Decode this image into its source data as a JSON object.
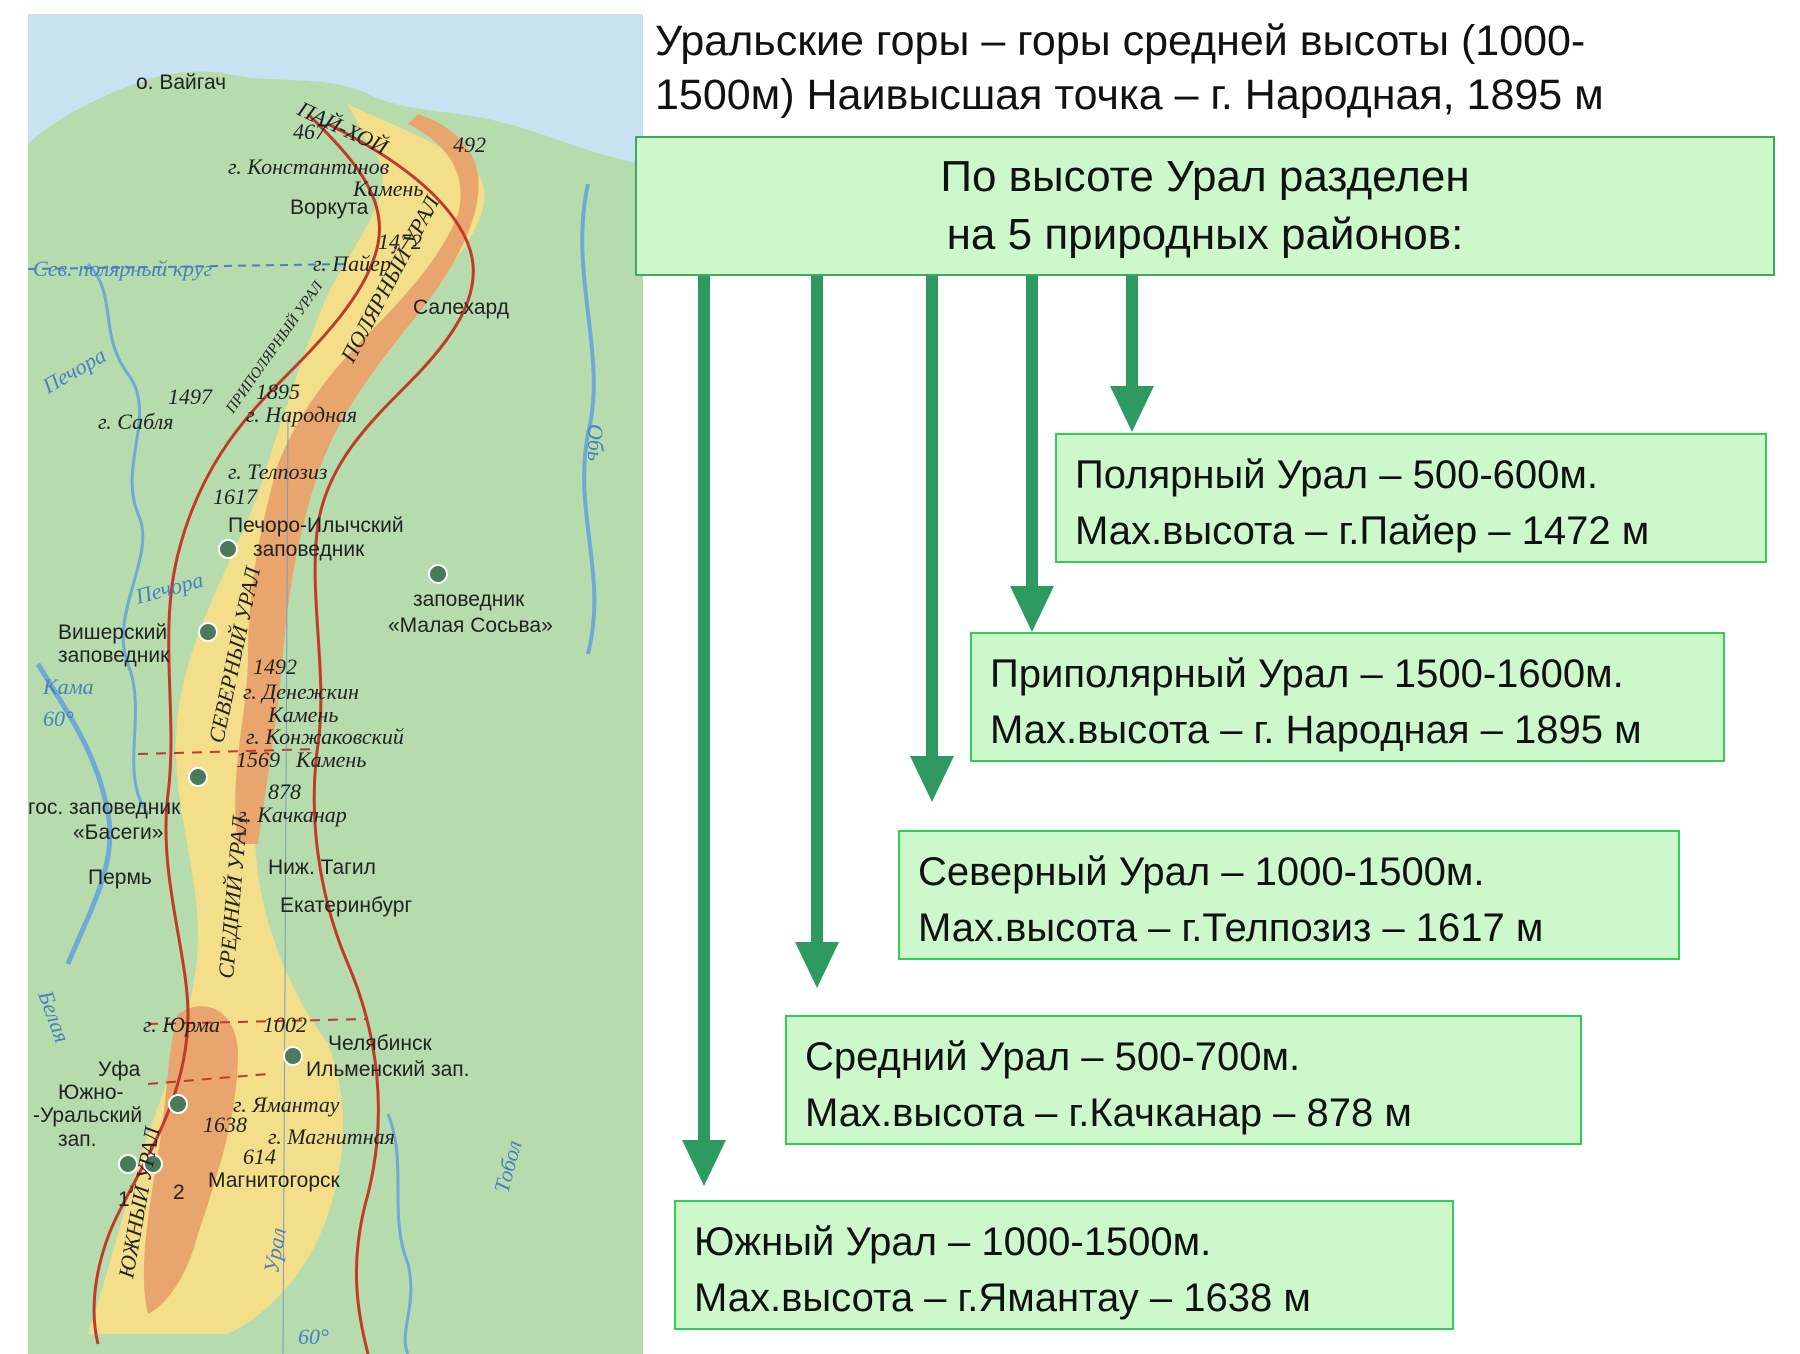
{
  "intro": {
    "line1": "Уральские горы – горы средней высоты (1000-",
    "line2": "1500м) Наивысшая точка – г. Народная, 1895 м"
  },
  "header": {
    "line1": "По высоте Урал разделен",
    "line2": "на 5 природных районов:"
  },
  "regions": [
    {
      "line1": "Полярный Урал – 500-600м.",
      "line2": "Мах.высота – г.Пайер – 1472 м"
    },
    {
      "line1": "Приполярный Урал – 1500-1600м.",
      "line2": "Мах.высота – г. Народная – 1895 м"
    },
    {
      "line1": "Северный Урал – 1000-1500м.",
      "line2": "Мах.высота – г.Телпозиз – 1617 м"
    },
    {
      "line1": "Средний Урал – 500-700м.",
      "line2": "Мах.высота – г.Качканар – 878 м"
    },
    {
      "line1": "Южный Урал – 1000-1500м.",
      "line2": "Мах.высота – г.Ямантау – 1638 м"
    }
  ],
  "colors": {
    "box_fill": "#ccf8cc",
    "box_border": "#33cc55",
    "arrow": "#2e9960",
    "map_lowland": "#b6dcae",
    "map_upland": "#f3df8a",
    "map_mountain": "#e9a56e",
    "water": "#c9e2f2",
    "boundary": "#c0392b"
  },
  "map": {
    "labels": {
      "vaigach": "о. Вайгач",
      "paikhoi": "ПАЙ-ХОЙ",
      "h467": "467",
      "h492": "492",
      "konst": "г. Константинов",
      "kamen1": "Камень",
      "vorkuta": "Воркута",
      "h1472": "1472",
      "payer": "г. Пайер",
      "sev_krug": "Сев. полярный круг",
      "salekhard": "Салехард",
      "pechora": "Печора",
      "ob": "Обь",
      "polar_ural": "ПОЛЯРНЫЙ УРАЛ",
      "subpolar_ural": "ПРИПОЛЯРНЫЙ УРАЛ",
      "h1497": "1497",
      "h1895": "1895",
      "sablya": "г. Сабля",
      "narodnaya": "г. Народная",
      "telposiz": "г. Телпозиз",
      "h1617": "1617",
      "pech_ilych": "Печоро-Илычский",
      "zapovednik1": "заповедник",
      "zap_word": "заповедник",
      "mal_sosva": "«Малая Сосьва»",
      "visher1": "Вишерский",
      "visher2": "заповедник",
      "kama": "Кама",
      "deg60": "60°",
      "pechora2": "Печора",
      "north_ural": "СЕВЕРНЫЙ УРАЛ",
      "h1492": "1492",
      "denezhkin": "г. Денежкин",
      "kamen2": "Камень",
      "konzhak": "г. Конжаковский",
      "h1569": "1569",
      "kamen3": "Камень",
      "h878": "878",
      "kachkanar": "г. Качканар",
      "bas1": "гос. заповедник",
      "bas2": "«Басеги»",
      "perm": "Пермь",
      "nizh_tagil": "Ниж. Тагил",
      "ekat": "Екатеринбург",
      "mid_ural": "СРЕДНИЙ УРАЛ",
      "yurma": "г. Юрма",
      "h1002": "1002",
      "chelyabinsk": "Челябинск",
      "belaya": "Белая",
      "ufa": "Уфа",
      "ilmen": "Ильменский зап.",
      "yuzh1": "Южно-",
      "yuzh2": "-Уральский",
      "yuzh3": "зап.",
      "yamantau": "г. Ямантау",
      "h1638": "1638",
      "h614": "614",
      "magnitnaya": "г. Магнитная",
      "magnitogorsk": "Магнитогорск",
      "south_ural": "ЮЖНЫЙ УРАЛ",
      "ural_river": "Урал",
      "tobol": "Тобол",
      "n1": "1",
      "n2": "2",
      "deg60b": "60°"
    }
  }
}
